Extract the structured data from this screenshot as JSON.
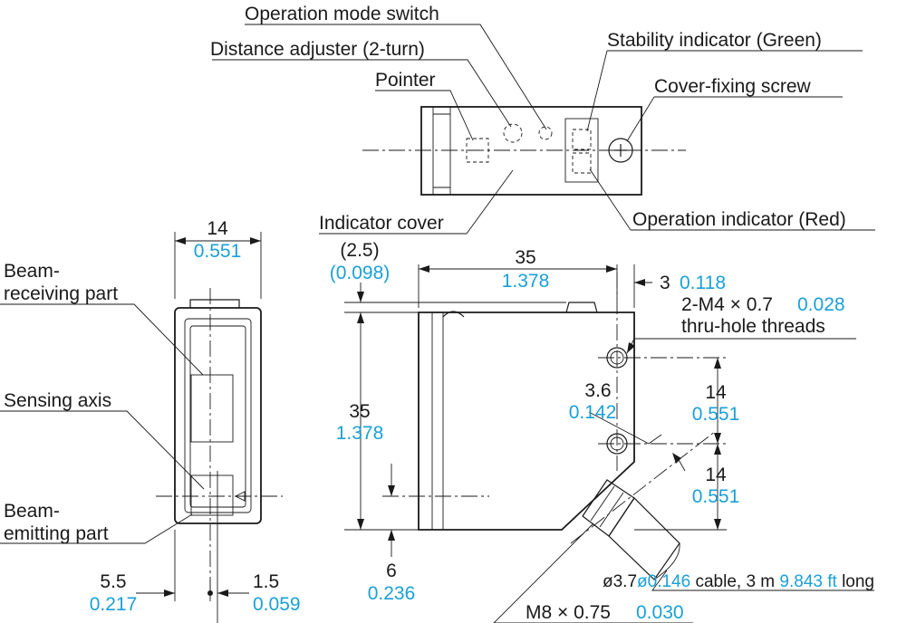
{
  "colors": {
    "line": "#1a1a1a",
    "inch_value": "#1aa0d8",
    "background": "#ffffff"
  },
  "labels": {
    "operation_mode_switch": "Operation mode switch",
    "distance_adjuster": "Distance adjuster (2-turn)",
    "pointer": "Pointer",
    "stability_indicator": "Stability indicator (Green)",
    "cover_fixing_screw": "Cover-fixing screw",
    "indicator_cover": "Indicator cover",
    "operation_indicator": "Operation indicator (Red)",
    "beam_receiving_1": "Beam-",
    "beam_receiving_2": "receiving part",
    "sensing_axis": "Sensing axis",
    "beam_emitting_1": "Beam-",
    "beam_emitting_2": "emitting part"
  },
  "dimensions": {
    "width_front": {
      "mm": "14",
      "in": "0.551"
    },
    "offset_top": {
      "mm": "(2.5)",
      "in": "(0.098)"
    },
    "length_side": {
      "mm": "35",
      "in": "1.378"
    },
    "edge_offset": {
      "mm": "3",
      "in": "0.118"
    },
    "hole_spec": {
      "line1_mm": "2-M4 × 0.7",
      "line1_in": "0.028",
      "line2": "thru-hole threads"
    },
    "height_side": {
      "mm": "35",
      "in": "1.378"
    },
    "hole_pitch_1": {
      "mm": "14",
      "in": "0.551"
    },
    "hole_offset": {
      "mm": "3.6",
      "in": "0.142"
    },
    "hole_pitch_2": {
      "mm": "14",
      "in": "0.551"
    },
    "axis_bottom": {
      "mm": "6",
      "in": "0.236"
    },
    "axis_left": {
      "mm": "5.5",
      "in": "0.217"
    },
    "axis_right": {
      "mm": "1.5",
      "in": "0.059"
    },
    "cable": {
      "pre": "ø3.7",
      "dia_in": "ø0.146",
      "mid": " cable, 3 m ",
      "len_in": "9.843 ft",
      "post": " long"
    },
    "connector": {
      "mm": "M8 × 0.75",
      "in": "0.030"
    }
  }
}
